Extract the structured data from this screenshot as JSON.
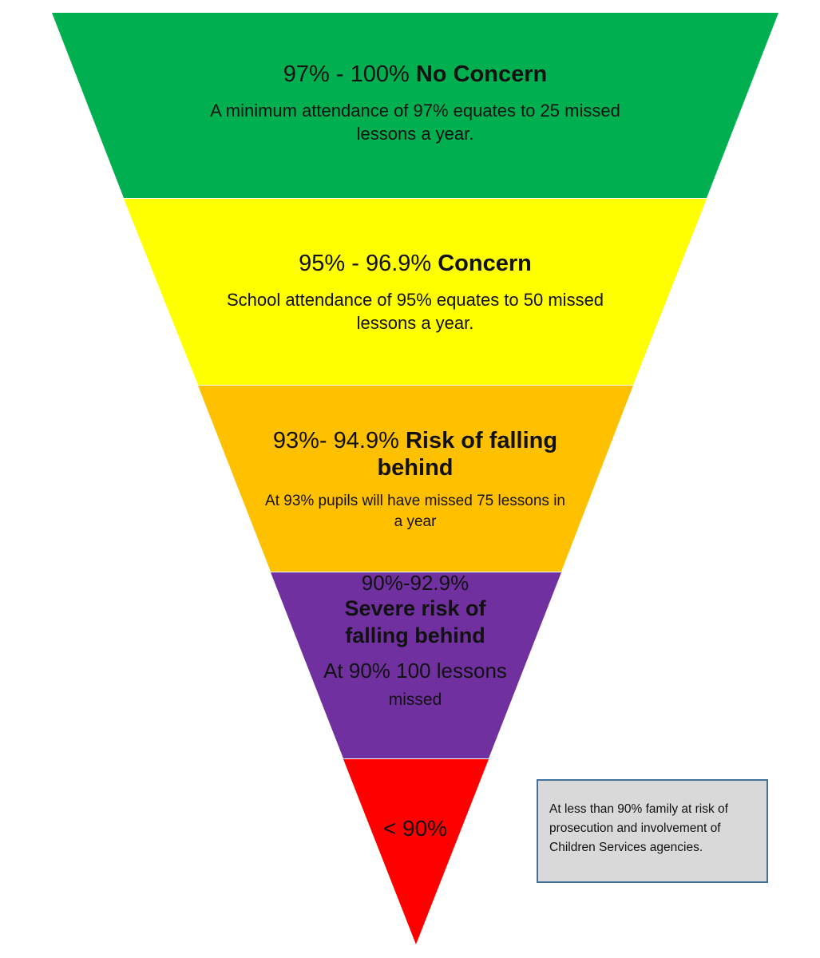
{
  "bands": [
    {
      "range": "97% - 100%",
      "label": "No Concern",
      "description": "A minimum attendance of 97% equates to  25 missed lessons a year.",
      "color": "#00b050",
      "min_percent": 97,
      "max_percent": 100
    },
    {
      "range": "95% - 96.9%",
      "label": "Concern",
      "description": "School attendance of 95% equates to 50 missed lessons a year.",
      "color": "#ffff00",
      "min_percent": 95,
      "max_percent": 96.9
    },
    {
      "range": "93%- 94.9%",
      "label": "Risk of falling behind",
      "description": "At 93% pupils will have missed 75 lessons in a year",
      "color": "#ffc000",
      "min_percent": 93,
      "max_percent": 94.9
    },
    {
      "range": "90%-92.9%",
      "label": "Severe risk of falling behind",
      "description_main": "At 90% 100 lessons",
      "description_tail": "missed",
      "color": "#7030a0",
      "min_percent": 90,
      "max_percent": 92.9
    },
    {
      "range": "< 90%",
      "color": "#ff0000",
      "max_percent": 90
    }
  ],
  "note": {
    "text": "At less than 90% family at risk of prosecution and involvement of Children Services agencies."
  }
}
